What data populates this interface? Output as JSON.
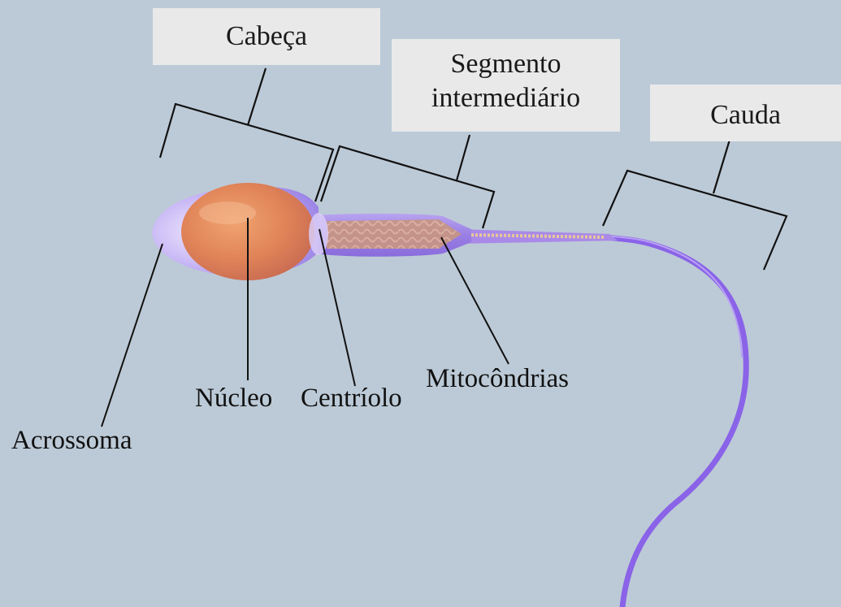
{
  "regions": {
    "head": "Cabeça",
    "midpiece_line1": "Segmento",
    "midpiece_line2": "intermediário",
    "tail": "Cauda"
  },
  "parts": {
    "nucleus": "Núcleo",
    "centriole": "Centríolo",
    "mitochondria": "Mitocôndrias",
    "acrosome": "Acrossoma"
  },
  "colors": {
    "background": "#bccad7",
    "box": "#e9e9e9",
    "nucleus": "#e38a5c",
    "cell_body": "#9b7fe3",
    "mitochondria": "#c98f7a",
    "tail": "#8a63e8",
    "lines": "#111111"
  }
}
